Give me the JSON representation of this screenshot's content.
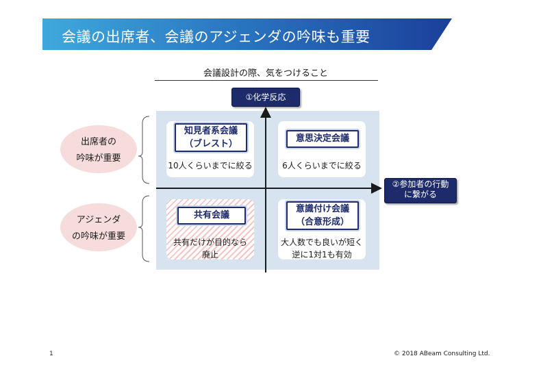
{
  "title": "会議の出席者、会議のアジェンダの吟味も重要",
  "subtitle": "会議設計の際、気をつけること",
  "axes": {
    "top": "①化学反応",
    "right_line1": "②参加者の行動",
    "right_line2": "に繋がる"
  },
  "quadrants": {
    "top_left": {
      "label_line1": "知見者系会議",
      "label_line2": "（ブレスト）",
      "text_line1": "10人くらいまでに絞る"
    },
    "top_right": {
      "label_line1": "意思決定会議",
      "text_line1": "6人くらいまでに絞る"
    },
    "bottom_left": {
      "label_line1": "共有会議",
      "text_line1": "共有だけが目的なら",
      "text_line2": "廃止"
    },
    "bottom_right": {
      "label_line1": "意識付け会議",
      "label_line2": "（合意形成）",
      "text_line1": "大人数でも良いが短く",
      "text_line2": "逆に1対1も有効"
    }
  },
  "side_labels": {
    "top_line1": "出席者の",
    "top_line2": "吟味が重要",
    "bottom_line1": "アジェンダ",
    "bottom_line2": "の吟味が重要"
  },
  "footer": {
    "page_number": "1",
    "copyright": "© 2018 ABeam Consulting Ltd."
  },
  "colors": {
    "navy": "#1d2b6b",
    "banner_start": "#3fa9dc",
    "banner_end": "#1b3f9a",
    "quadrant_bg": "#d7e4ef",
    "pink": "#f7dcdc"
  }
}
